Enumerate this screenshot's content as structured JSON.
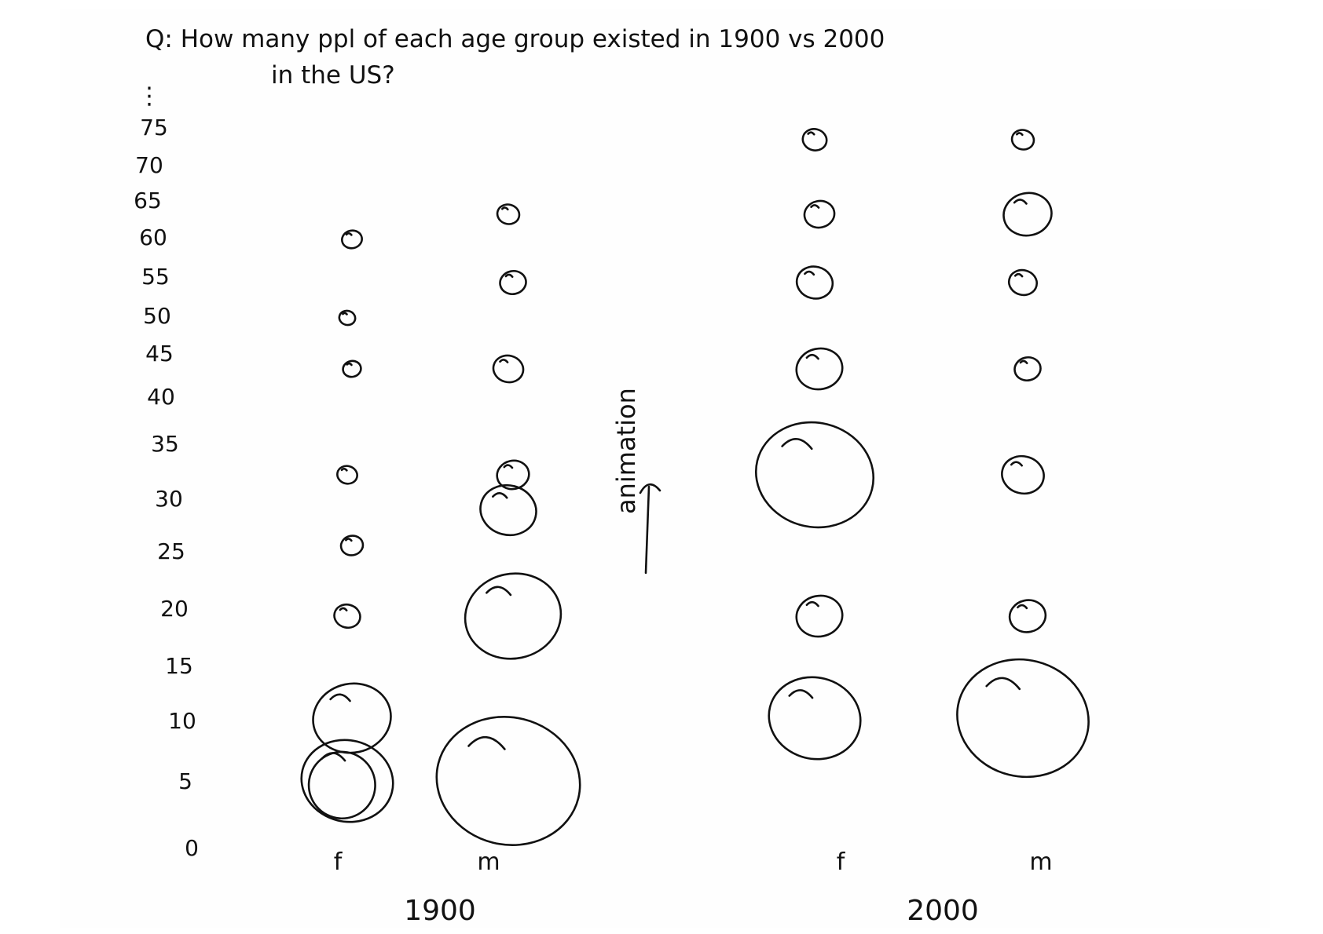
{
  "question": {
    "line1": "Q: How many ppl of each age group existed in 1900 vs 2000",
    "line2": "in the US?"
  },
  "axis": {
    "continuation": "⋮",
    "ticks": [
      "75",
      "70",
      "65",
      "60",
      "55",
      "50",
      "45",
      "40",
      "35",
      "30",
      "25",
      "20",
      "15",
      "10",
      "5",
      "0"
    ]
  },
  "annotation": {
    "label": "animation",
    "arrow_direction": "up"
  },
  "groups": [
    {
      "label": "1900",
      "columns": [
        {
          "label": "f"
        },
        {
          "label": "m"
        }
      ]
    },
    {
      "label": "2000",
      "columns": [
        {
          "label": "f"
        },
        {
          "label": "m"
        }
      ]
    }
  ],
  "chart_data": {
    "type": "bubble-column",
    "title": "Q: How many ppl of each age group existed in 1900 vs 2000 in the US?",
    "y_categories": [
      "0",
      "5",
      "10",
      "15",
      "20",
      "25",
      "30",
      "35",
      "40",
      "45",
      "50",
      "55",
      "60",
      "65",
      "70",
      "75"
    ],
    "y_axis_note": "values continue above 75 (⋮)",
    "note": "circle sizes are hand-sketched relative magnitudes (approx. radius units), not measured values",
    "series": [
      {
        "group": "1900",
        "name": "f",
        "circles": [
          {
            "age": "5",
            "size": 4.6,
            "double": true
          },
          {
            "age": "10",
            "size": 3.9
          },
          {
            "age": "20",
            "size": 1.3
          },
          {
            "age": "25",
            "size": 1.1
          },
          {
            "age": "35",
            "size": 1.0
          },
          {
            "age": "45",
            "size": 0.9
          },
          {
            "age": "50",
            "size": 0.8
          },
          {
            "age": "60",
            "size": 1.0
          }
        ]
      },
      {
        "group": "1900",
        "name": "m",
        "circles": [
          {
            "age": "5",
            "size": 7.2
          },
          {
            "age": "20",
            "size": 4.8
          },
          {
            "age": "30",
            "size": 2.8
          },
          {
            "age": "35",
            "size": 1.6
          },
          {
            "age": "45",
            "size": 1.5
          },
          {
            "age": "55",
            "size": 1.3
          },
          {
            "age": "65",
            "size": 1.1
          }
        ]
      },
      {
        "group": "2000",
        "name": "f",
        "circles": [
          {
            "age": "10",
            "size": 4.6
          },
          {
            "age": "20",
            "size": 2.3
          },
          {
            "age": "35",
            "size": 5.9
          },
          {
            "age": "45",
            "size": 2.3
          },
          {
            "age": "55",
            "size": 1.8
          },
          {
            "age": "65",
            "size": 1.5
          },
          {
            "age": "75",
            "size": 1.2
          }
        ]
      },
      {
        "group": "2000",
        "name": "m",
        "circles": [
          {
            "age": "10",
            "size": 6.6
          },
          {
            "age": "20",
            "size": 1.8
          },
          {
            "age": "35",
            "size": 2.1
          },
          {
            "age": "45",
            "size": 1.3
          },
          {
            "age": "55",
            "size": 1.4
          },
          {
            "age": "65",
            "size": 2.4
          },
          {
            "age": "75",
            "size": 1.1
          }
        ]
      }
    ]
  }
}
